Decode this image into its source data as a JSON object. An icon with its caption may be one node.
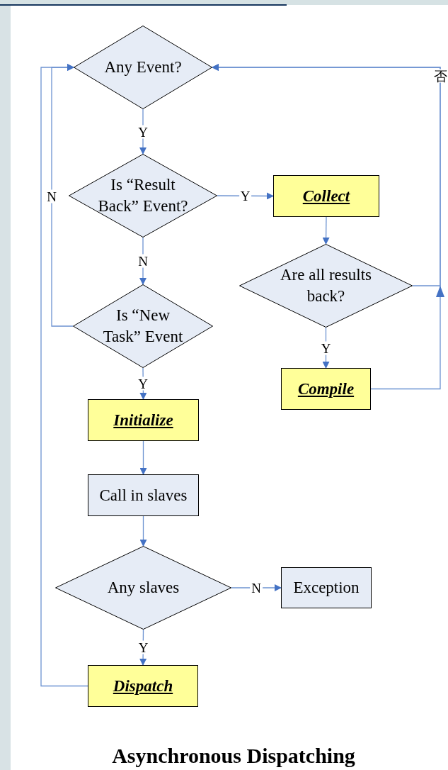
{
  "diagram": {
    "caption": "Asynchronous Dispatching",
    "nodes": [
      {
        "text": [
          "Any Event?"
        ]
      },
      {
        "text": [
          "Is “Result Back” Event?"
        ]
      },
      {
        "text": [
          "Collect"
        ]
      },
      {
        "text": [
          "Are all results back?"
        ]
      },
      {
        "text": [
          "Compile"
        ]
      },
      {
        "text": [
          "Is “New Task” Event"
        ]
      },
      {
        "text": [
          "Initialize"
        ]
      },
      {
        "text": [
          "Call in slaves"
        ]
      },
      {
        "text": [
          "Any slaves"
        ]
      },
      {
        "text": [
          "Exception"
        ]
      },
      {
        "text": [
          "Dispatch"
        ]
      }
    ],
    "edges": [
      {
        "from": 0,
        "to": 1,
        "arrow": "to",
        "label": "Y"
      },
      {
        "from": 1,
        "to": 2,
        "arrow": "to",
        "label": "Y"
      },
      {
        "from": 1,
        "to": 5,
        "arrow": "to",
        "label": "N"
      },
      {
        "from": 2,
        "to": 3,
        "arrow": "to"
      },
      {
        "from": 3,
        "to": 4,
        "arrow": "to",
        "label": "Y"
      },
      {
        "from": 3,
        "to": 0,
        "arrow": "to",
        "label": "否"
      },
      {
        "from": 4,
        "to": 0,
        "arrow": "to"
      },
      {
        "from": 5,
        "to": 0,
        "arrow": "to",
        "label": "N"
      },
      {
        "from": 5,
        "to": 6,
        "arrow": "to",
        "label": "Y"
      },
      {
        "from": 6,
        "to": 7,
        "arrow": "to"
      },
      {
        "from": 7,
        "to": 8,
        "arrow": "to"
      },
      {
        "from": 8,
        "to": 9,
        "arrow": "to",
        "label": "N"
      },
      {
        "from": 8,
        "to": 10,
        "arrow": "to",
        "label": "Y"
      },
      {
        "from": 10,
        "to": 0,
        "arrow": "to"
      }
    ]
  }
}
